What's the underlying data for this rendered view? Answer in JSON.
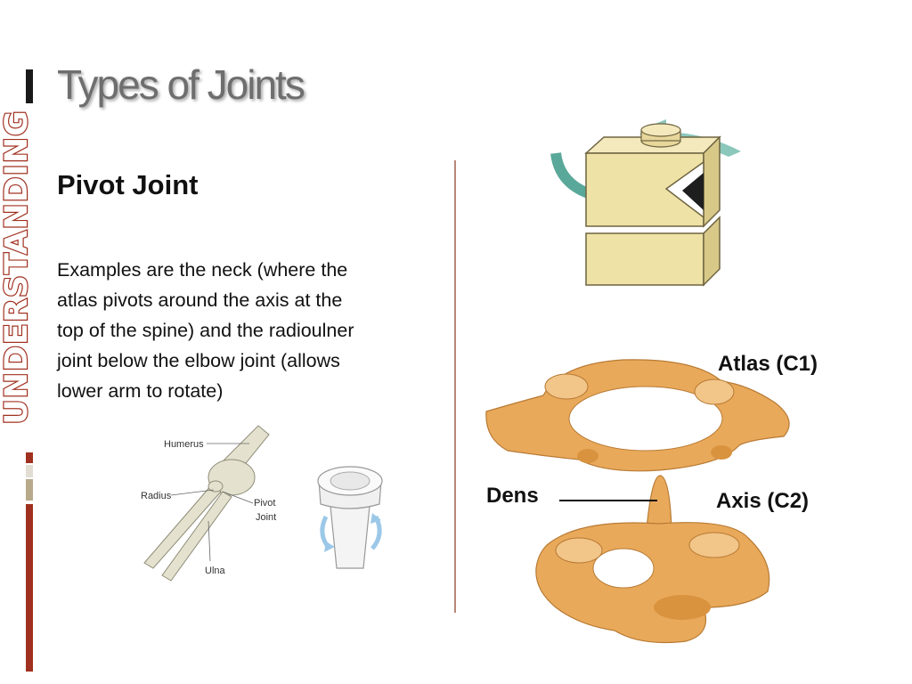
{
  "slide": {
    "title": "Types of Joints",
    "vertical_label": "UNDERSTANDING",
    "subtitle": "Pivot Joint",
    "body_lines": [
      "Examples are the neck (where the",
      "atlas pivots around the axis at the",
      "top of the spine) and the radioulner",
      "joint below the elbow joint (allows",
      "lower arm to rotate)"
    ]
  },
  "elbow_diagram": {
    "labels": {
      "humerus": "Humerus",
      "radius": "Radius",
      "pivot_1": "Pivot",
      "pivot_2": "Joint",
      "ulna": "Ulna"
    }
  },
  "vertebrae_diagram": {
    "labels": {
      "atlas": "Atlas (C1)",
      "dens": "Dens",
      "axis": "Axis (C2)"
    }
  },
  "colors": {
    "accent_red": "#a0301f",
    "accent_tan": "#b8a98a",
    "title_gray": "#6e6e6e",
    "bone": "#e9a95a",
    "block": "#f1e3a8",
    "arrow": "#5aa89a"
  }
}
